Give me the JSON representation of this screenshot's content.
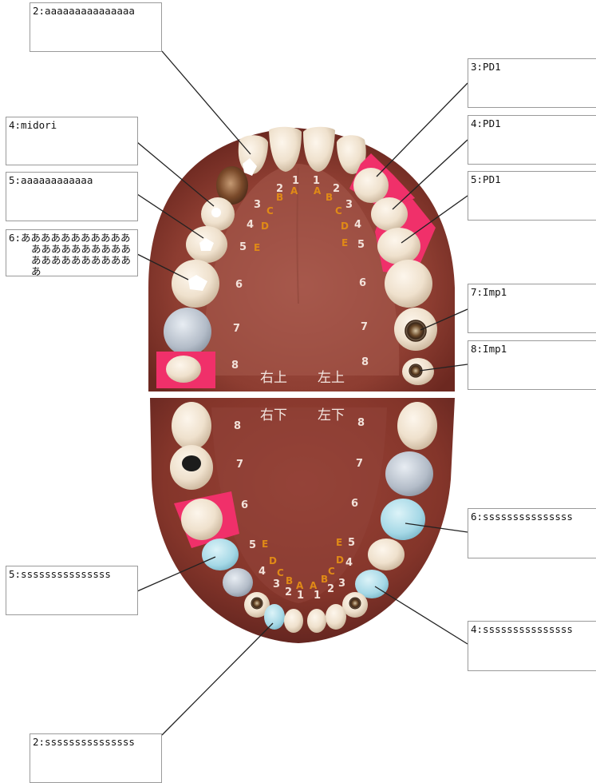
{
  "chart_labels": {
    "upper_right": "右上",
    "upper_left": "左上",
    "lower_right": "右下",
    "lower_left": "左下",
    "upper_right_numbers": [
      "1",
      "2",
      "3",
      "4",
      "5",
      "6",
      "7",
      "8"
    ],
    "upper_left_numbers": [
      "1",
      "2",
      "3",
      "4",
      "5",
      "6",
      "7",
      "8"
    ],
    "lower_right_numbers": [
      "1",
      "2",
      "3",
      "4",
      "5",
      "6",
      "7",
      "8"
    ],
    "lower_left_numbers": [
      "1",
      "2",
      "3",
      "4",
      "5",
      "6",
      "7",
      "8"
    ],
    "primary_letters": [
      "A",
      "B",
      "C",
      "D",
      "E"
    ]
  },
  "notes": [
    {
      "id": "ur2",
      "text": "2:aaaaaaaaaaaaaaa"
    },
    {
      "id": "ur4",
      "text": "4:midori"
    },
    {
      "id": "ur5",
      "text": "5:aaaaaaaaaaaa"
    },
    {
      "id": "ur6",
      "text": "6:ああああああああああああああああああああああああああああああああ"
    },
    {
      "id": "ul3",
      "text": "3:PD1"
    },
    {
      "id": "ul4",
      "text": "4:PD1"
    },
    {
      "id": "ul5",
      "text": "5:PD1"
    },
    {
      "id": "ul7",
      "text": "7:Imp1"
    },
    {
      "id": "ul8",
      "text": "8:Imp1"
    },
    {
      "id": "ll6",
      "text": "6:sssssssssssssss"
    },
    {
      "id": "lr5",
      "text": "5:sssssssssssssss"
    },
    {
      "id": "ll4",
      "text": "4:sssssssssssssss"
    },
    {
      "id": "lr2",
      "text": "2:sssssssssssssss"
    }
  ],
  "colors": {
    "gum": "#8a3a2e",
    "gum_dark": "#6e2a22",
    "palate": "#a2544a",
    "tooth": "#efe2cf",
    "highlight_pink": "#f0306a",
    "metal_crown": "#b9c1cc",
    "blue_crown": "#a9dce8",
    "primary_letter": "#e08a16",
    "number": "#f3e2da",
    "divider": "#ffffff",
    "note_border": "#9a9a9a",
    "leader_line": "#222222"
  }
}
